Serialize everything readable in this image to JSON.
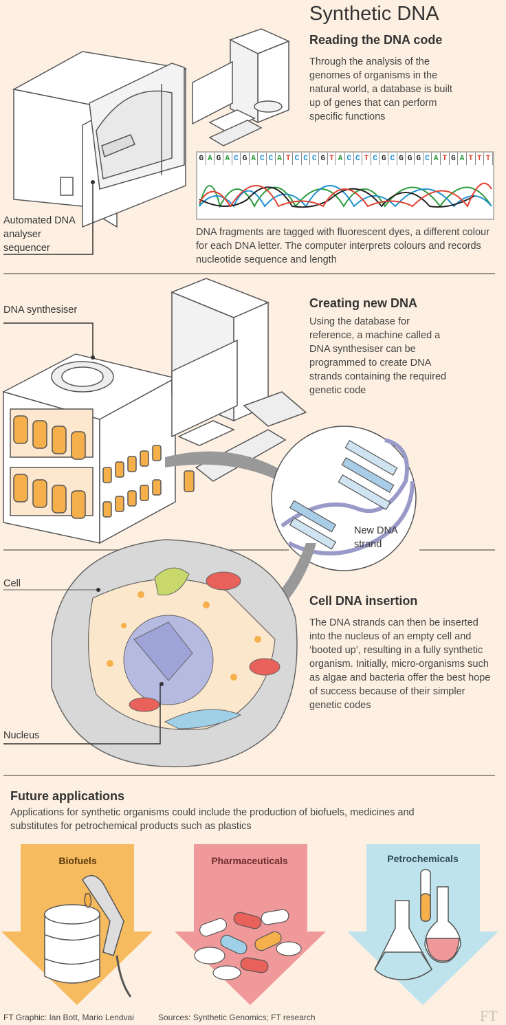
{
  "title": "Synthetic DNA",
  "reading": {
    "heading": "Reading the DNA code",
    "body": "Through the analysis of the genomes of organisms in the natural world, a database is built up of genes that can perform specific functions",
    "sequence": "GAGACGACCATCCCGTACCTCGCGGGCATGATTT",
    "fragments_text": "DNA fragments are tagged with fluorescent dyes, a different colour for each DNA letter. The computer interprets colours and records nucleotide sequence and length",
    "sequencer_label": "Automated DNA analyser sequencer"
  },
  "creating": {
    "heading": "Creating new DNA",
    "body": "Using the database for reference, a machine called a DNA synthesiser can be programmed to create DNA strands containing the required genetic code",
    "synth_label": "DNA synthesiser",
    "strand_label": "New DNA strand"
  },
  "insertion": {
    "heading": "Cell DNA insertion",
    "body": "The DNA strands can then be inserted into the nucleus of an empty cell and ‘booted up’, resulting in a fully synthetic organism. Initially, micro-organisms such as algae and bacteria offer the best hope of success because of their simpler genetic codes",
    "cell_label": "Cell",
    "nucleus_label": "Nucleus"
  },
  "future": {
    "heading": "Future applications",
    "body": "Applications for synthetic organisms could include the production of biofuels, medicines and substitutes for petrochemical products such as plastics",
    "items": [
      {
        "label": "Biofuels",
        "color": "#f7bb5f"
      },
      {
        "label": "Pharmaceuticals",
        "color": "#f0999a"
      },
      {
        "label": "Petrochemicals",
        "color": "#bfe3ec"
      }
    ]
  },
  "footer": {
    "credit": "FT Graphic: Ian Bott, Mario Lendvai",
    "sources": "Sources: Synthetic Genomics; FT research",
    "logo": "FT"
  },
  "colors": {
    "background": "#fdf0e2",
    "A": "#2a9a3a",
    "C": "#1f8fd0",
    "G": "#222222",
    "T": "#e0412f"
  }
}
